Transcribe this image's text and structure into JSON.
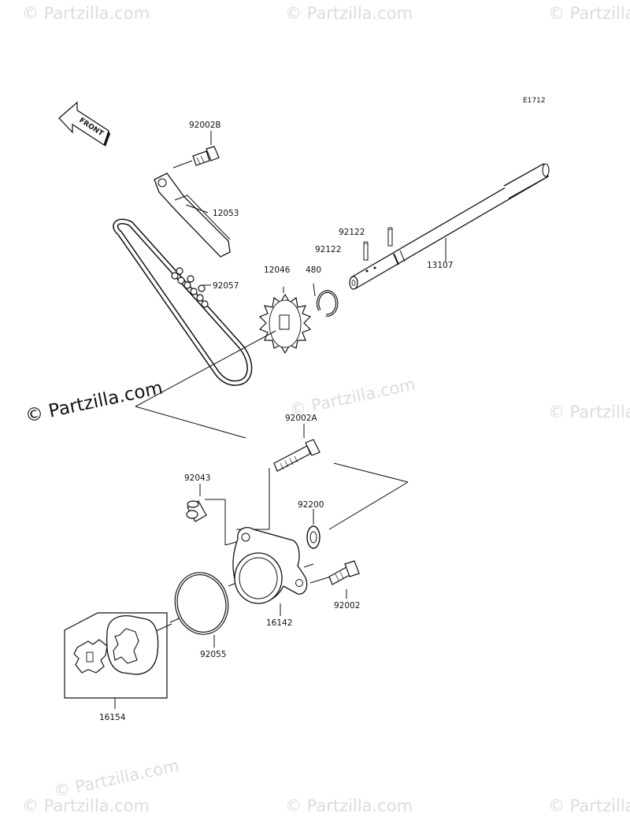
{
  "diagram_code": "E1712",
  "front_arrow_label": "FRONT",
  "watermark_main": "© Partzilla.com",
  "watermarks": [
    "© Partzilla.com",
    "© Partzilla.com",
    "© Partzilla.com",
    "© Partzilla.com",
    "© Partzilla.com",
    "© Partzilla.com",
    "© Partzilla.com",
    "© Partzilla.com",
    "© Partzilla.com"
  ],
  "parts": [
    {
      "id": "92002B"
    },
    {
      "id": "12053"
    },
    {
      "id": "92057"
    },
    {
      "id": "12046"
    },
    {
      "id": "480"
    },
    {
      "id": "92122"
    },
    {
      "id": "92122"
    },
    {
      "id": "13107"
    },
    {
      "id": "92002A"
    },
    {
      "id": "92043"
    },
    {
      "id": "92200"
    },
    {
      "id": "92002"
    },
    {
      "id": "16142"
    },
    {
      "id": "92055"
    },
    {
      "id": "16154"
    }
  ]
}
